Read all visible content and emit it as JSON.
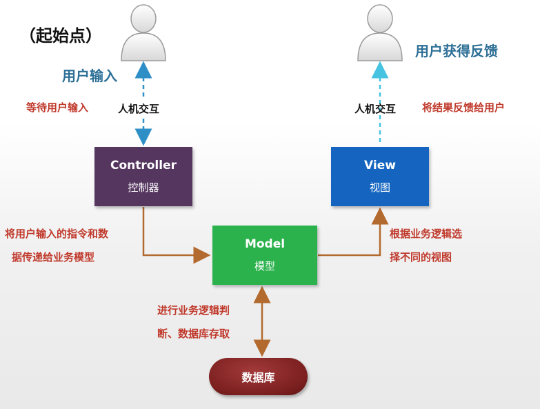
{
  "start": {
    "label": "（起始点）"
  },
  "left_user": {
    "title": "用户输入",
    "interaction": "人机交互",
    "note": "等待用户输入"
  },
  "right_user": {
    "title": "用户获得反馈",
    "interaction": "人机交互",
    "note": "将结果反馈给用户"
  },
  "controller": {
    "en": "Controller",
    "zh": "控制器",
    "color": "#55365f"
  },
  "view": {
    "en": "View",
    "zh": "视图",
    "color": "#1565c0"
  },
  "model": {
    "en": "Model",
    "zh": "模型",
    "color": "#2bb24c"
  },
  "database": {
    "label": "数据库",
    "color": "#7b1f1f"
  },
  "notes": {
    "controller_to_model": [
      "将用户输入的指令和数",
      "据传递给业务模型"
    ],
    "model_to_view": [
      "根据业务逻辑选",
      "择不同的视图"
    ],
    "model_to_db": [
      "进行业务逻辑判",
      "断、数据库存取"
    ]
  },
  "colors": {
    "note_red": "#c0392b",
    "arrow_brown": "#b36a2e",
    "dashed_blue": "#2e8fc7",
    "dashed_cyan": "#46c3e0"
  }
}
